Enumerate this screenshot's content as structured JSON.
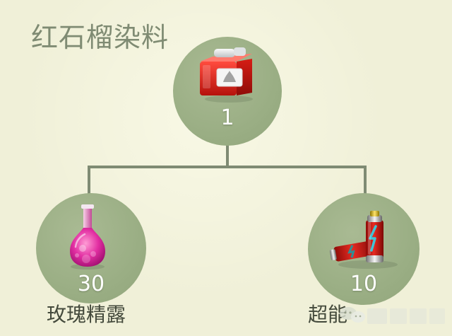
{
  "diagram": {
    "title": "红石榴染料",
    "root": {
      "icon": "red-toolbox-icon",
      "count": "1"
    },
    "children": [
      {
        "icon": "pink-flask-icon",
        "count": "30",
        "label": "玫瑰精露"
      },
      {
        "icon": "battery-icon",
        "count": "10",
        "label": "超能"
      }
    ]
  },
  "colors": {
    "background": "#f0f0d8",
    "node_fill": "#9aae84",
    "connector": "#7f8b73",
    "title": "#7f8b73",
    "label": "#444a3c"
  }
}
